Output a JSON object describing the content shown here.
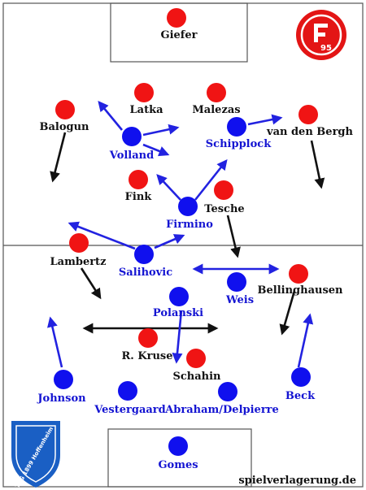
{
  "colors": {
    "red_team": "#f01414",
    "blue_team": "#1010ee",
    "red_label": "#111111",
    "blue_label": "#1414d2",
    "arrow_black": "#111111",
    "arrow_blue": "#2222e0",
    "pitch_lines": "#555555"
  },
  "players_red": [
    {
      "id": "giefer",
      "name": "Giefer"
    },
    {
      "id": "latka",
      "name": "Latka"
    },
    {
      "id": "malezas",
      "name": "Malezas"
    },
    {
      "id": "balogun",
      "name": "Balogun"
    },
    {
      "id": "vdbergh",
      "name": "van den Bergh"
    },
    {
      "id": "fink",
      "name": "Fink"
    },
    {
      "id": "tesche",
      "name": "Tesche"
    },
    {
      "id": "lambertz",
      "name": "Lambertz"
    },
    {
      "id": "bellinghausen",
      "name": "Bellinghausen"
    },
    {
      "id": "kruse",
      "name": "R. Kruse"
    },
    {
      "id": "schahin",
      "name": "Schahin"
    }
  ],
  "players_blue": [
    {
      "id": "volland",
      "name": "Volland"
    },
    {
      "id": "schipplock",
      "name": "Schipplock"
    },
    {
      "id": "firmino",
      "name": "Firmino"
    },
    {
      "id": "salihovic",
      "name": "Salihovic"
    },
    {
      "id": "weis",
      "name": "Weis"
    },
    {
      "id": "polanski",
      "name": "Polanski"
    },
    {
      "id": "johnson",
      "name": "Johnson"
    },
    {
      "id": "vestergaard",
      "name": "Vestergaard"
    },
    {
      "id": "abraham",
      "name": "Abraham/Delpierre"
    },
    {
      "id": "beck",
      "name": "Beck"
    },
    {
      "id": "gomes",
      "name": "Gomes"
    }
  ],
  "logos": {
    "red_logo_text": "95",
    "blue_logo_text": "TSG 1899 Hoffenheim"
  },
  "credit": "spielverlagerung.de"
}
